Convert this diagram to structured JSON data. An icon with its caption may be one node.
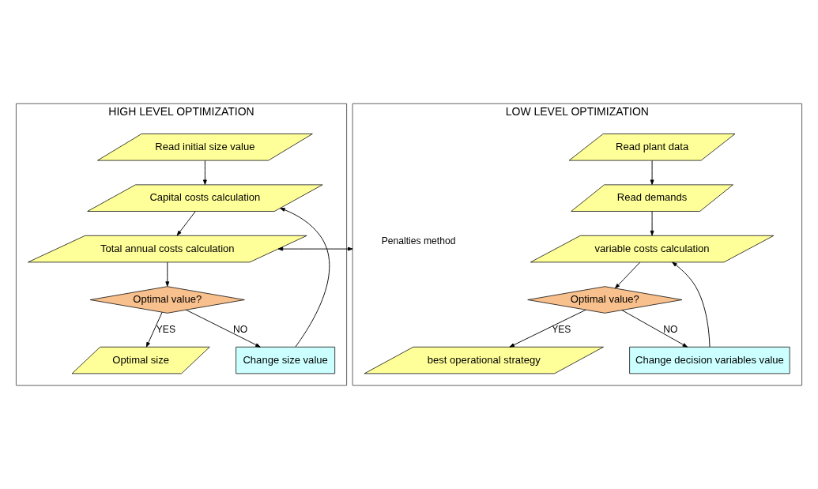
{
  "diagram": {
    "nodes": [
      {
        "text": [
          "HIGH LEVEL OPTIMIZATION"
        ]
      },
      {
        "text": [
          "Read initial size value"
        ],
        "in": 0
      },
      {
        "text": [
          "Capital costs calculation"
        ],
        "in": 0
      },
      {
        "text": [
          "Total annual costs calculation"
        ],
        "in": 0
      },
      {
        "text": [
          "Optimal value?"
        ],
        "in": 0
      },
      {
        "text": [
          "Change size value"
        ],
        "in": 0
      },
      {
        "text": [
          "Optimal size"
        ],
        "in": 0
      },
      {
        "text": [
          "LOW LEVEL OPTIMIZATION"
        ]
      },
      {
        "text": [
          "Read plant data"
        ],
        "in": 7
      },
      {
        "text": [
          "Read demands"
        ],
        "in": 7
      },
      {
        "text": [
          "variable costs calculation"
        ],
        "in": 7
      },
      {
        "text": [
          "Optimal value?"
        ],
        "in": 7
      },
      {
        "text": [
          "Change decision variables value"
        ],
        "in": 7
      },
      {
        "text": [
          "best operational strategy"
        ],
        "in": 7
      }
    ],
    "edges": [
      {
        "from": 1,
        "to": 2,
        "arrow": "to"
      },
      {
        "from": 2,
        "to": 3,
        "arrow": "to"
      },
      {
        "from": 3,
        "to": 4,
        "arrow": "to"
      },
      {
        "from": 4,
        "to": 5,
        "label": "NO",
        "arrow": "to"
      },
      {
        "from": 5,
        "to": 2,
        "arrow": "to"
      },
      {
        "from": 4,
        "to": 6,
        "label": "YES",
        "arrow": "to"
      },
      {
        "from": 8,
        "to": 9,
        "arrow": "to"
      },
      {
        "from": 9,
        "to": 10,
        "arrow": "to"
      },
      {
        "from": 10,
        "to": 11,
        "arrow": "to"
      },
      {
        "from": 11,
        "to": 12,
        "label": "NO",
        "arrow": "to"
      },
      {
        "from": 12,
        "to": 10,
        "arrow": "to"
      },
      {
        "from": 11,
        "to": 13,
        "label": "YES",
        "arrow": "to"
      },
      {
        "from": 3,
        "to": 7,
        "label": "Penalties method",
        "arrow": "both"
      }
    ]
  }
}
